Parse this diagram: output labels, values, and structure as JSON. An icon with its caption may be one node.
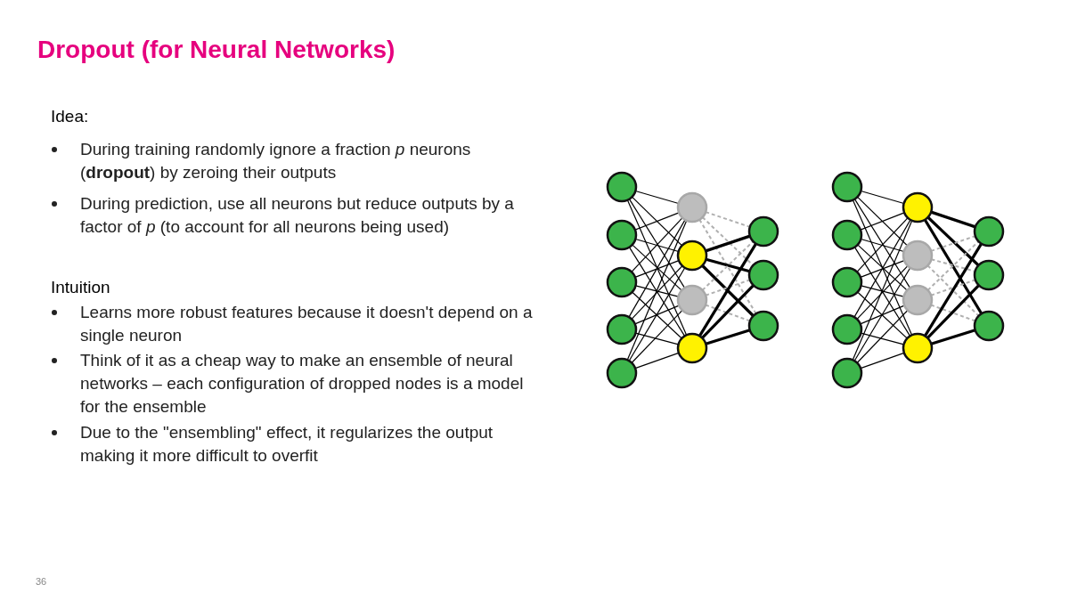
{
  "diagram": {
    "title": "Dropout (for Neural Networks)",
    "nodes": [
      {
        "text": [],
        "shape": "circle"
      },
      {
        "text": [],
        "shape": "circle"
      },
      {
        "text": [],
        "shape": "circle"
      },
      {
        "text": [],
        "shape": "circle"
      },
      {
        "text": [],
        "shape": "circle"
      },
      {
        "text": [],
        "shape": "circle"
      },
      {
        "text": [],
        "shape": "circle"
      },
      {
        "text": [],
        "shape": "circle"
      },
      {
        "text": [],
        "shape": "circle"
      },
      {
        "text": [],
        "shape": "circle"
      },
      {
        "text": [],
        "shape": "circle"
      },
      {
        "text": [],
        "shape": "circle"
      },
      {
        "text": [],
        "shape": "circle"
      },
      {
        "text": [],
        "shape": "circle"
      },
      {
        "text": [],
        "shape": "circle"
      },
      {
        "text": [],
        "shape": "circle"
      },
      {
        "text": [],
        "shape": "circle"
      },
      {
        "text": [],
        "shape": "circle"
      },
      {
        "text": [],
        "shape": "circle"
      },
      {
        "text": [],
        "shape": "circle"
      },
      {
        "text": [],
        "shape": "circle"
      },
      {
        "text": [],
        "shape": "circle"
      },
      {
        "text": [],
        "shape": "circle"
      },
      {
        "text": [],
        "shape": "circle"
      }
    ],
    "edges": [
      {
        "from": 0,
        "to": 5,
        "arrow": "none"
      },
      {
        "from": 0,
        "to": 6,
        "arrow": "none"
      },
      {
        "from": 0,
        "to": 7,
        "arrow": "none"
      },
      {
        "from": 0,
        "to": 8,
        "arrow": "none"
      },
      {
        "from": 1,
        "to": 5,
        "arrow": "none"
      },
      {
        "from": 1,
        "to": 6,
        "arrow": "none"
      },
      {
        "from": 1,
        "to": 7,
        "arrow": "none"
      },
      {
        "from": 1,
        "to": 8,
        "arrow": "none"
      },
      {
        "from": 2,
        "to": 5,
        "arrow": "none"
      },
      {
        "from": 2,
        "to": 6,
        "arrow": "none"
      },
      {
        "from": 2,
        "to": 7,
        "arrow": "none"
      },
      {
        "from": 2,
        "to": 8,
        "arrow": "none"
      },
      {
        "from": 3,
        "to": 5,
        "arrow": "none"
      },
      {
        "from": 3,
        "to": 6,
        "arrow": "none"
      },
      {
        "from": 3,
        "to": 7,
        "arrow": "none"
      },
      {
        "from": 3,
        "to": 8,
        "arrow": "none"
      },
      {
        "from": 4,
        "to": 5,
        "arrow": "none"
      },
      {
        "from": 4,
        "to": 6,
        "arrow": "none"
      },
      {
        "from": 4,
        "to": 7,
        "arrow": "none"
      },
      {
        "from": 4,
        "to": 8,
        "arrow": "none"
      },
      {
        "from": 5,
        "to": 9,
        "arrow": "none",
        "style": "dashed",
        "color": "#b0b0b0"
      },
      {
        "from": 5,
        "to": 10,
        "arrow": "none",
        "style": "dashed",
        "color": "#b0b0b0"
      },
      {
        "from": 5,
        "to": 11,
        "arrow": "none",
        "style": "dashed",
        "color": "#b0b0b0"
      },
      {
        "from": 6,
        "to": 9,
        "arrow": "none",
        "style": "thick"
      },
      {
        "from": 6,
        "to": 10,
        "arrow": "none",
        "style": "thick"
      },
      {
        "from": 6,
        "to": 11,
        "arrow": "none",
        "style": "thick"
      },
      {
        "from": 7,
        "to": 9,
        "arrow": "none",
        "style": "dashed",
        "color": "#b0b0b0"
      },
      {
        "from": 7,
        "to": 10,
        "arrow": "none",
        "style": "dashed",
        "color": "#b0b0b0"
      },
      {
        "from": 7,
        "to": 11,
        "arrow": "none",
        "style": "dashed",
        "color": "#b0b0b0"
      },
      {
        "from": 8,
        "to": 9,
        "arrow": "none",
        "style": "thick"
      },
      {
        "from": 8,
        "to": 10,
        "arrow": "none",
        "style": "thick"
      },
      {
        "from": 8,
        "to": 11,
        "arrow": "none",
        "style": "thick"
      },
      {
        "from": 12,
        "to": 17,
        "arrow": "none"
      },
      {
        "from": 12,
        "to": 18,
        "arrow": "none"
      },
      {
        "from": 12,
        "to": 19,
        "arrow": "none"
      },
      {
        "from": 12,
        "to": 20,
        "arrow": "none"
      },
      {
        "from": 13,
        "to": 17,
        "arrow": "none"
      },
      {
        "from": 13,
        "to": 18,
        "arrow": "none"
      },
      {
        "from": 13,
        "to": 19,
        "arrow": "none"
      },
      {
        "from": 13,
        "to": 20,
        "arrow": "none"
      },
      {
        "from": 14,
        "to": 17,
        "arrow": "none"
      },
      {
        "from": 14,
        "to": 18,
        "arrow": "none"
      },
      {
        "from": 14,
        "to": 19,
        "arrow": "none"
      },
      {
        "from": 14,
        "to": 20,
        "arrow": "none"
      },
      {
        "from": 15,
        "to": 17,
        "arrow": "none"
      },
      {
        "from": 15,
        "to": 18,
        "arrow": "none"
      },
      {
        "from": 15,
        "to": 19,
        "arrow": "none"
      },
      {
        "from": 15,
        "to": 20,
        "arrow": "none"
      },
      {
        "from": 16,
        "to": 17,
        "arrow": "none"
      },
      {
        "from": 16,
        "to": 18,
        "arrow": "none"
      },
      {
        "from": 16,
        "to": 19,
        "arrow": "none"
      },
      {
        "from": 16,
        "to": 20,
        "arrow": "none"
      },
      {
        "from": 17,
        "to": 21,
        "arrow": "none",
        "style": "thick"
      },
      {
        "from": 17,
        "to": 22,
        "arrow": "none",
        "style": "thick"
      },
      {
        "from": 17,
        "to": 23,
        "arrow": "none",
        "style": "thick"
      },
      {
        "from": 18,
        "to": 21,
        "arrow": "none",
        "style": "dashed",
        "color": "#b0b0b0"
      },
      {
        "from": 18,
        "to": 22,
        "arrow": "none",
        "style": "dashed",
        "color": "#b0b0b0"
      },
      {
        "from": 18,
        "to": 23,
        "arrow": "none",
        "style": "dashed",
        "color": "#b0b0b0"
      },
      {
        "from": 19,
        "to": 21,
        "arrow": "none",
        "style": "dashed",
        "color": "#b0b0b0"
      },
      {
        "from": 19,
        "to": 22,
        "arrow": "none",
        "style": "dashed",
        "color": "#b0b0b0"
      },
      {
        "from": 19,
        "to": 23,
        "arrow": "none",
        "style": "dashed",
        "color": "#b0b0b0"
      },
      {
        "from": 20,
        "to": 21,
        "arrow": "none",
        "style": "thick"
      },
      {
        "from": 20,
        "to": 22,
        "arrow": "none",
        "style": "thick"
      },
      {
        "from": 20,
        "to": 23,
        "arrow": "none",
        "style": "thick"
      }
    ],
    "labels": [
      "Idea:",
      "During training randomly ignore a fraction *p* neurons (**dropout**) by zeroing their outputs",
      "During prediction, use all neurons but reduce outputs by a factor of *p* (to account for all neurons being used)",
      "Intuition",
      "Learns more robust features because it doesn't depend on a single neuron",
      "Think of it as a cheap way to make an ensemble of neural networks – each configuration of dropped nodes is a model for the ensemble",
      "Due to the \"ensembling\" effect, it regularizes the output making it more difficult to overfit",
      "36"
    ]
  }
}
